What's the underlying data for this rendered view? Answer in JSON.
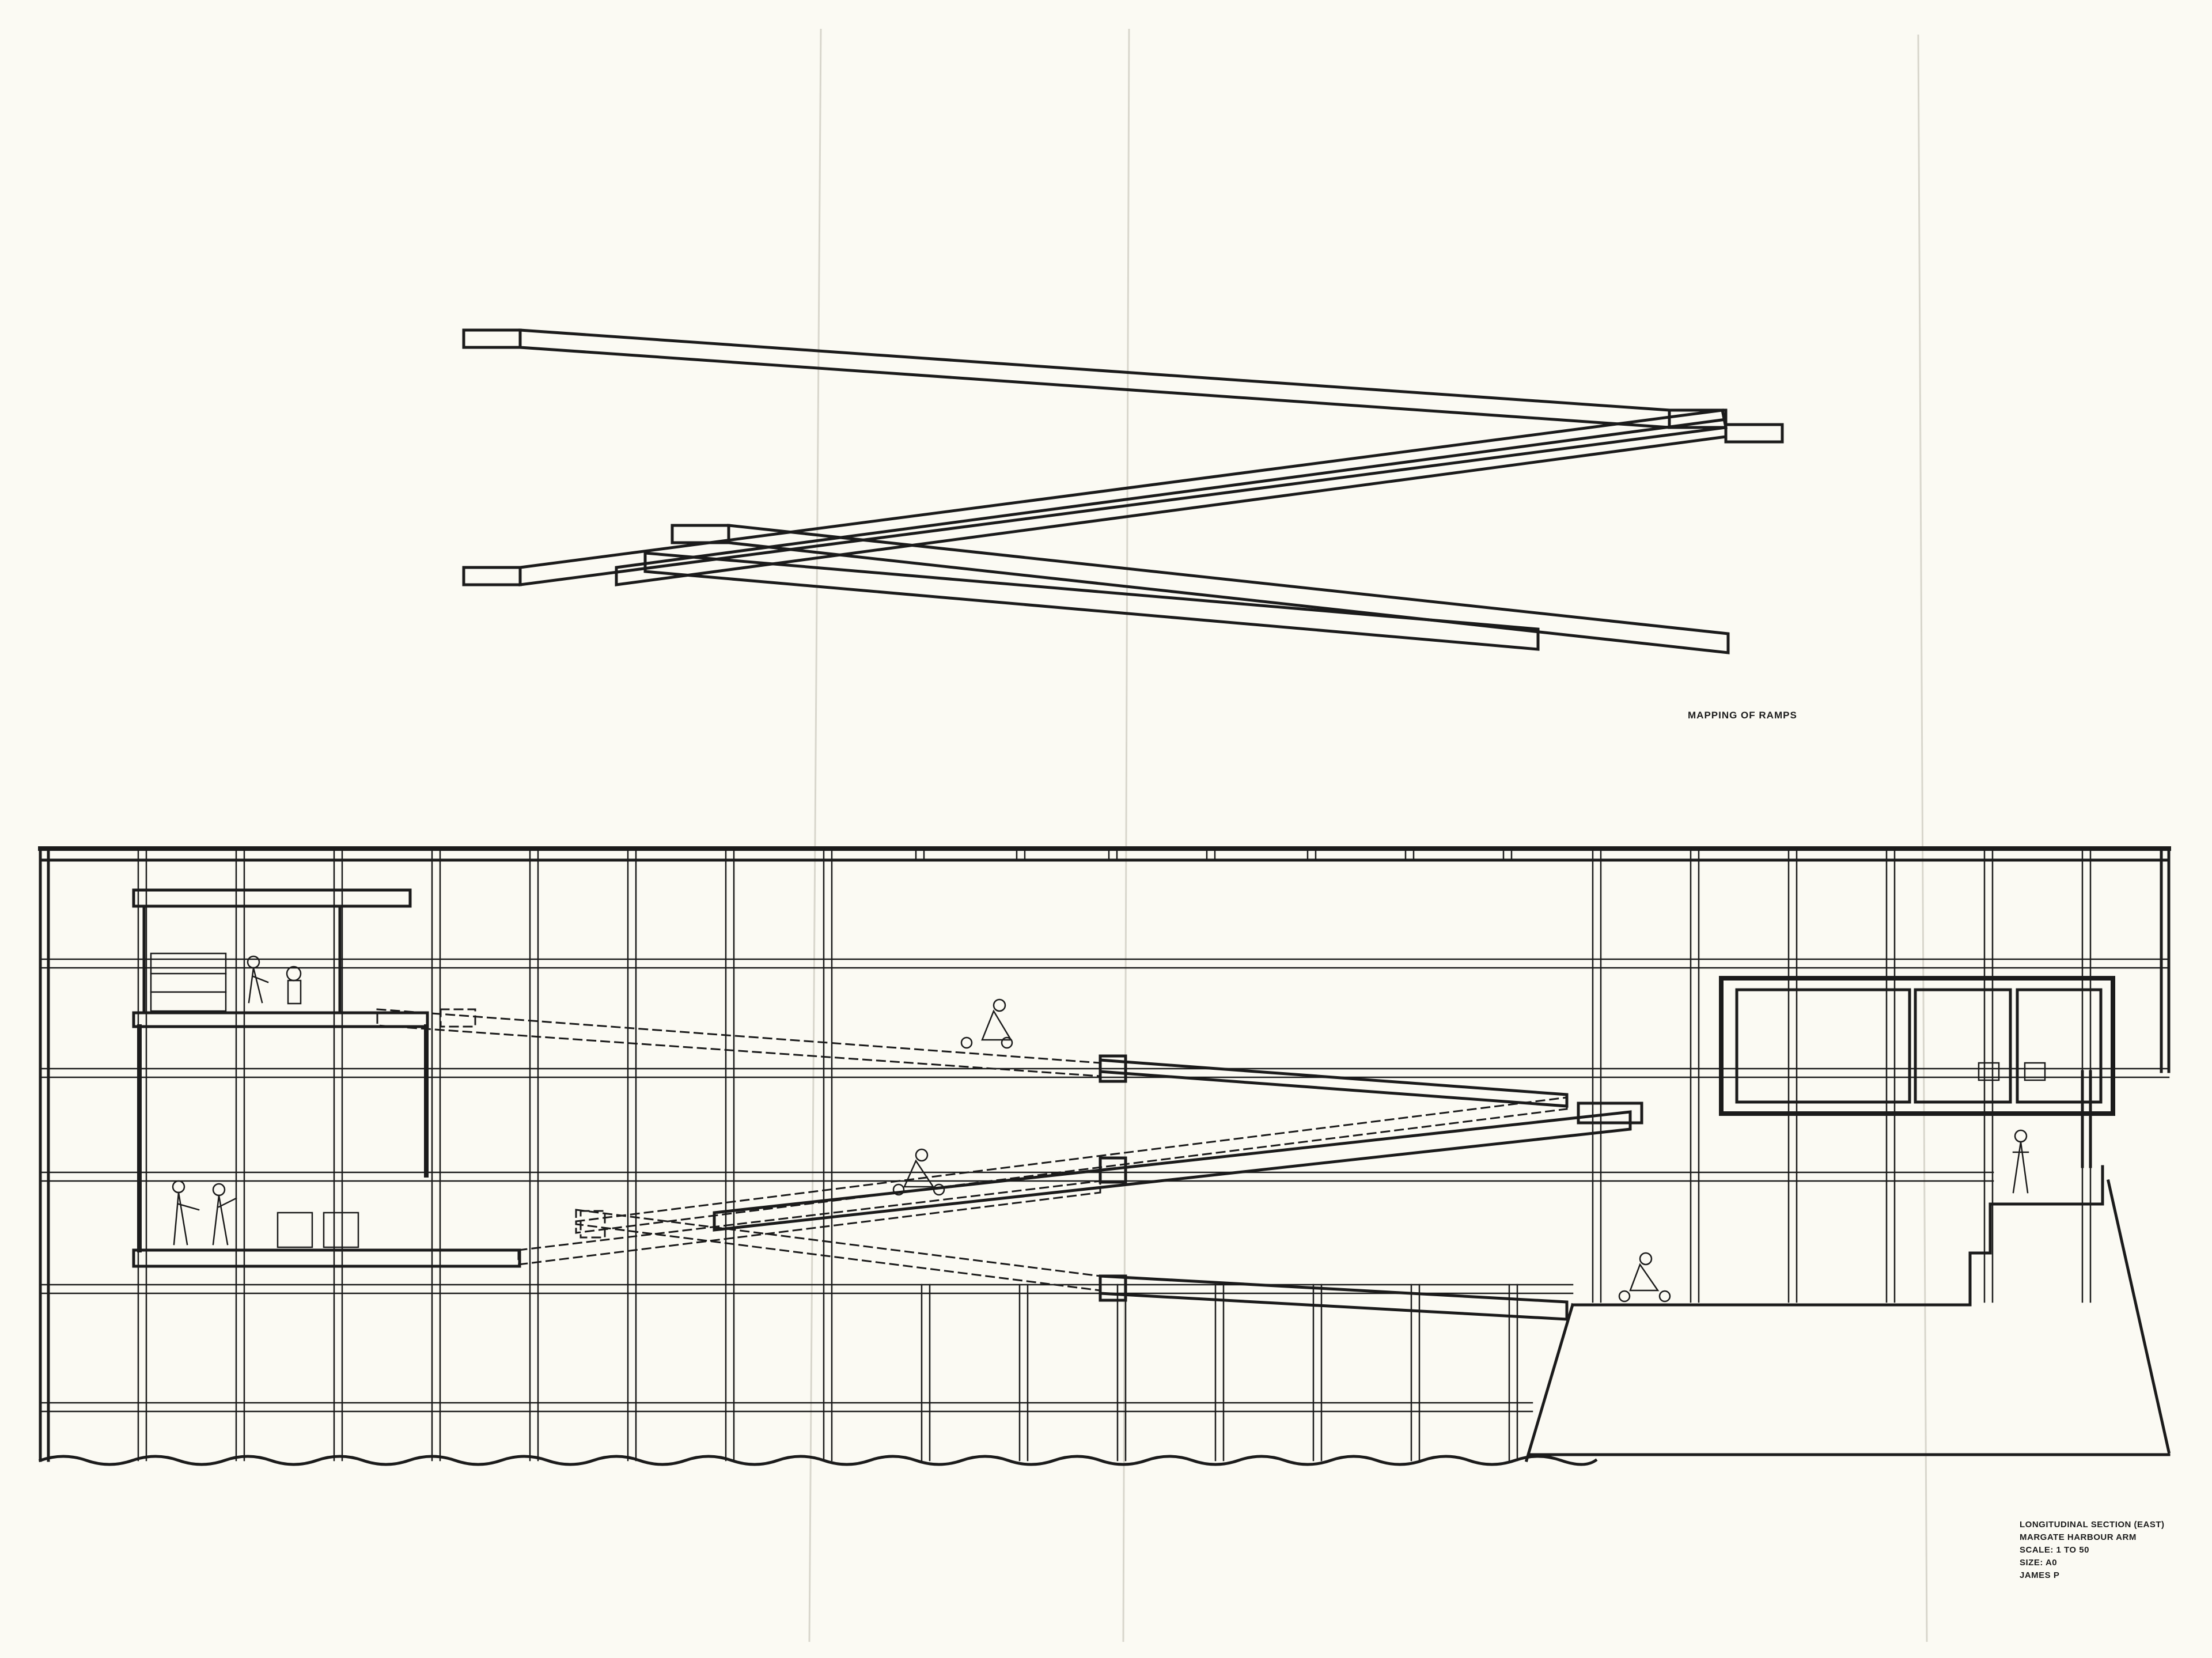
{
  "drawing": {
    "ramp_plan_label": "MAPPING OF RAMPS",
    "title_block": {
      "line1": "LONGITUDINAL SECTION (EAST)",
      "line2": "MARGATE HARBOUR ARM",
      "line3": "SCALE: 1 TO 50",
      "line4": "SIZE: A0",
      "line5": "JAMES P"
    }
  }
}
